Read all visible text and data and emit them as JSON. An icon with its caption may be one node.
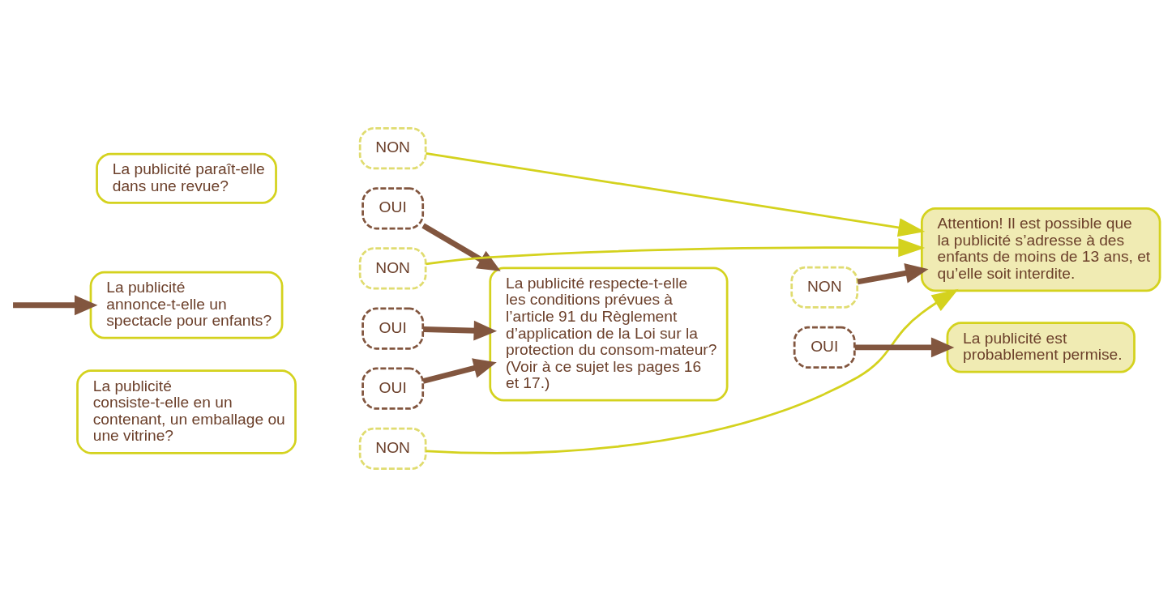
{
  "diagram": {
    "nodes": [
      {
        "text": [
          "La publicité paraît-elle dans une revue?"
        ]
      },
      {
        "text": [
          "OUI"
        ]
      },
      {
        "text": [
          "NON"
        ]
      },
      {
        "text": [
          "La publicité annonce-t-elle un spectacle pour enfants?"
        ]
      },
      {
        "text": [
          "OUI"
        ]
      },
      {
        "text": [
          "NON"
        ]
      },
      {
        "text": [
          "La publicité consiste-t-elle en un contenant, un emballage ou une vitrine?"
        ]
      },
      {
        "text": [
          "OUI"
        ]
      },
      {
        "text": [
          "NON"
        ]
      },
      {
        "text": [
          "La publicité respecte-t-elle les conditions prévues à l’article 91 du Règlement d’application de la Loi sur la protection du consom-mateur? (Voir à ce sujet les pages 16 et 17.)"
        ]
      },
      {
        "text": [
          "OUI"
        ]
      },
      {
        "text": [
          "NON"
        ]
      },
      {
        "text": [
          "La publicité est probablement permise."
        ]
      },
      {
        "text": [
          "Attention! Il est possible que la publicité s’adresse à des enfants de moins de 13 ans, et qu’elle soit interdite."
        ]
      }
    ],
    "edges": [
      {
        "from": null,
        "to": 3,
        "arrow": "to"
      },
      {
        "from": 1,
        "to": 9,
        "arrow": "to"
      },
      {
        "from": 4,
        "to": 9,
        "arrow": "to"
      },
      {
        "from": 7,
        "to": 9,
        "arrow": "to"
      },
      {
        "from": 2,
        "to": 13,
        "arrow": "to",
        "color": "#d4d21e"
      },
      {
        "from": 5,
        "to": 13,
        "arrow": "to",
        "color": "#d4d21e"
      },
      {
        "from": 8,
        "to": 13,
        "arrow": "to",
        "color": "#d4d21e"
      },
      {
        "from": 10,
        "to": 12,
        "arrow": "to"
      },
      {
        "from": 11,
        "to": 13,
        "arrow": "to"
      }
    ]
  }
}
